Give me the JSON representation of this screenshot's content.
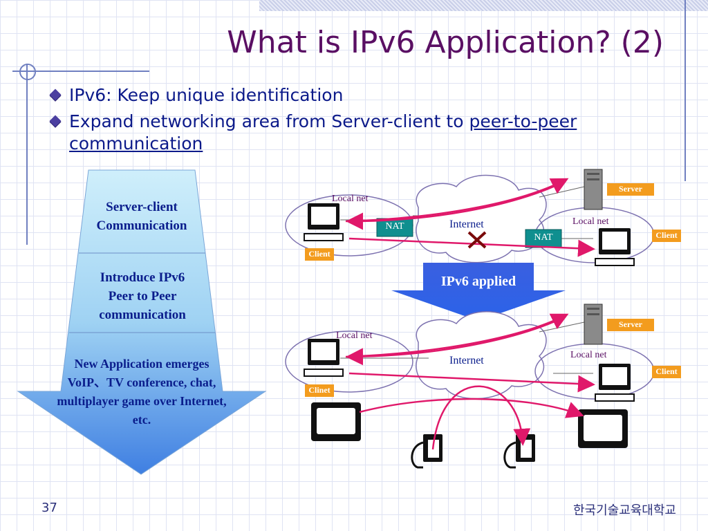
{
  "slide": {
    "title": "What is IPv6 Application? (2)",
    "page_number": "37",
    "footer": "한국기술교육대학교"
  },
  "bullets": [
    {
      "text": "IPv6: Keep unique identification"
    },
    {
      "text_prefix": "Expand networking area from Server-client to ",
      "link_text": "peer-to-peer communication"
    }
  ],
  "funnel": {
    "stage1": [
      "Server-client",
      "Communication"
    ],
    "stage2": [
      "Introduce IPv6",
      "Peer to Peer",
      "communication"
    ],
    "stage3": [
      "New Application emerges",
      "VoIP、TV conference, chat,",
      "multiplayer game over Internet,",
      "etc."
    ]
  },
  "diagram_top": {
    "local_net_left": "Local net",
    "local_net_right": "Local net",
    "internet": "Internet",
    "nat_left": "NAT",
    "nat_right": "NAT",
    "server": "Server",
    "client_left": "Client",
    "client_right": "Client"
  },
  "transition": {
    "label": "IPv6 applied"
  },
  "diagram_bottom": {
    "local_net_left": "Local net",
    "local_net_right": "Local net",
    "internet": "Internet",
    "server": "Server",
    "client_left": "Clinet",
    "client_right": "Client"
  },
  "colors": {
    "title": "#5a0f63",
    "bullet_text": "#0c1a8a",
    "arrow": "#e0186a",
    "nat": "#0f8f8f",
    "badge": "#f39c1e"
  }
}
